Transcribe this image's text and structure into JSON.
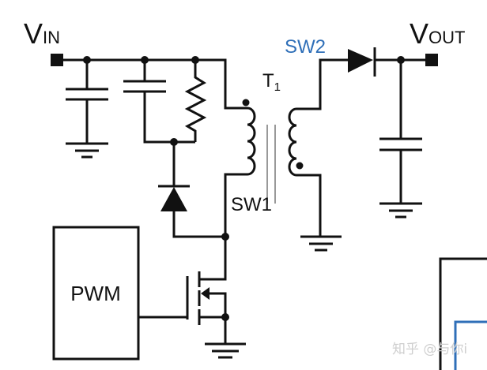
{
  "labels": {
    "vin_main": "V",
    "vin_sub": "IN",
    "vout_main": "V",
    "vout_sub": "OUT",
    "sw1": "SW1",
    "sw2": "SW2",
    "t1_main": "T",
    "t1_sub": "1",
    "pwm": "PWM"
  },
  "watermark": "知乎 @与你i",
  "colors": {
    "wire": "#111111",
    "sw2_label": "#2f6fb8",
    "inner_box": "#2f6fb8",
    "watermark": "#cfcfcf"
  }
}
